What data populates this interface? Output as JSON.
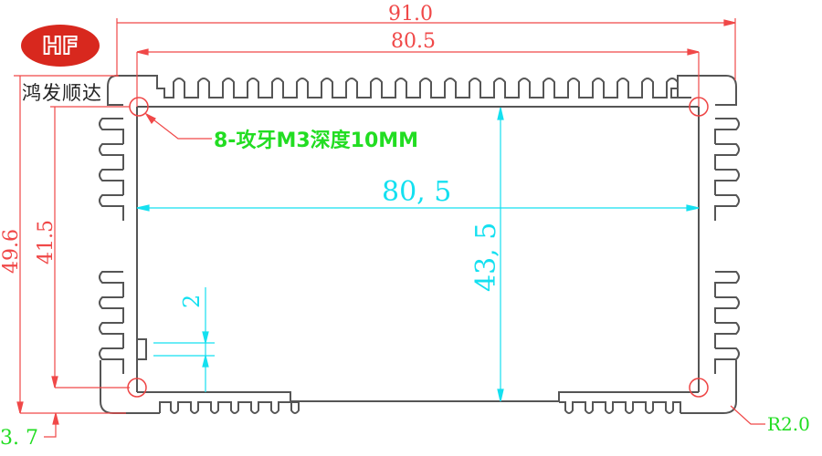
{
  "logo": {
    "mark": "HF",
    "company_name": "鸿发顺达"
  },
  "colors": {
    "outline": "#555555",
    "red_dim": "#f04848",
    "cyan_dim": "#14e0f0",
    "green_text": "#22dd22",
    "logo_red": "#d8281e"
  },
  "dimensions": {
    "overall_width": "91.0",
    "top_width": "80.5",
    "inner_width": "80, 5",
    "inner_height": "43, 5",
    "overall_height": "49.6",
    "hole_height": "41.5",
    "slot_width": "2",
    "base_offset": "3. 7",
    "corner_radius": "R2.0"
  },
  "annotation": {
    "tapping_note": "8-攻牙M3深度10MM"
  }
}
